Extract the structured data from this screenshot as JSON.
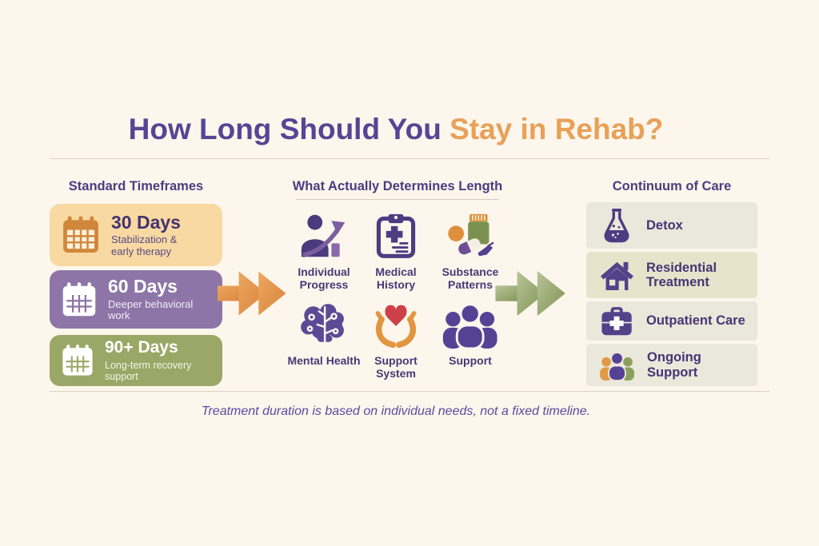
{
  "title": {
    "main": "How Long Should You",
    "accent": "Stay in Rehab?"
  },
  "sections": {
    "timeframes": {
      "heading": "Standard Timeframes",
      "cards": [
        {
          "title": "30 Days",
          "subtitle": "Stabilization & early therapy",
          "subtitle_lines": [
            "Stabilization &",
            "early therapy"
          ],
          "icon": "calendar-icon",
          "bg": "#f8d9a2"
        },
        {
          "title": "60 Days",
          "subtitle": "Deeper behavioral work",
          "subtitle_lines": [
            "Deeper behavioral",
            "work"
          ],
          "icon": "calendar-icon",
          "bg": "#8d76a7"
        },
        {
          "title": "90+ Days",
          "subtitle": "Long-term recovery support",
          "subtitle_lines": [
            "Long-term recovery",
            "support"
          ],
          "icon": "calendar-icon",
          "bg": "#9ba766"
        }
      ]
    },
    "determinants": {
      "heading": "What Actually Determines Length",
      "factors": [
        {
          "label": "Individual Progress",
          "lines": [
            "Individual",
            "Progress"
          ],
          "icon": "person-progress-icon"
        },
        {
          "label": "Medical History",
          "lines": [
            "Medical",
            "History"
          ],
          "icon": "medical-clipboard-icon"
        },
        {
          "label": "Substance Patterns",
          "lines": [
            "Substance",
            "Patterns"
          ],
          "icon": "medication-icon"
        },
        {
          "label": "Mental Health",
          "lines": [
            "Mental Health"
          ],
          "icon": "brain-icon"
        },
        {
          "label": "Support System",
          "lines": [
            "Support",
            "System"
          ],
          "icon": "hands-heart-icon"
        },
        {
          "label": "Support",
          "lines": [
            "Support"
          ],
          "icon": "people-group-icon"
        }
      ]
    },
    "continuum": {
      "heading": "Continuum of Care",
      "cards": [
        {
          "label": "Detox",
          "lines": [
            "Detox"
          ],
          "icon": "flask-icon"
        },
        {
          "label": "Residential Treatment",
          "lines": [
            "Residential",
            "Treatment"
          ],
          "icon": "house-icon"
        },
        {
          "label": "Outpatient Care",
          "lines": [
            "Outpatient Care"
          ],
          "icon": "medical-bag-icon"
        },
        {
          "label": "Ongoing Support",
          "lines": [
            "Ongoing Support"
          ],
          "icon": "people-trio-icon"
        }
      ]
    }
  },
  "footer": {
    "note": "Treatment duration is based on individual needs, not a fixed timeline."
  },
  "colors": {
    "background": "#fdf6ec",
    "title_purple": "#584494",
    "title_orange": "#e7a158",
    "heading_purple": "#4d3b81",
    "card_30_bg": "#f8d9a2",
    "card_60_bg": "#8d76a7",
    "card_90_bg": "#9ba766",
    "calendar_orange": "#d0873c",
    "arrow_orange": "#e2954e",
    "arrow_green": "#8fa263",
    "continuum_card_bg": "#eae7db",
    "continuum_card_alt_bg": "#e8e4cc",
    "icon_purple": "#564295",
    "heart_red": "#ce4048",
    "hand_orange": "#e2953f",
    "footer_purple": "#5c49a0",
    "divider": "#ddd3c2"
  }
}
